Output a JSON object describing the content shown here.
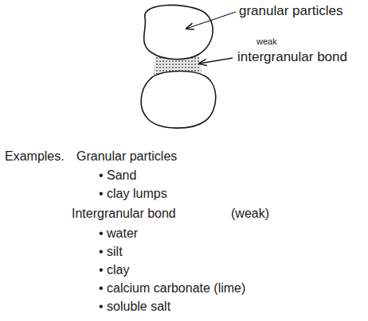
{
  "diagram": {
    "labels": [
      "granular particles",
      "weak",
      "intergranular bond",
      "Examples.",
      "Granular particles",
      "• Sand",
      "• clay lumps",
      "Intergranular bond",
      "(weak)",
      "• water",
      "• silt",
      "• clay",
      "• calcium carbonate (lime)",
      "• soluble salt"
    ]
  }
}
